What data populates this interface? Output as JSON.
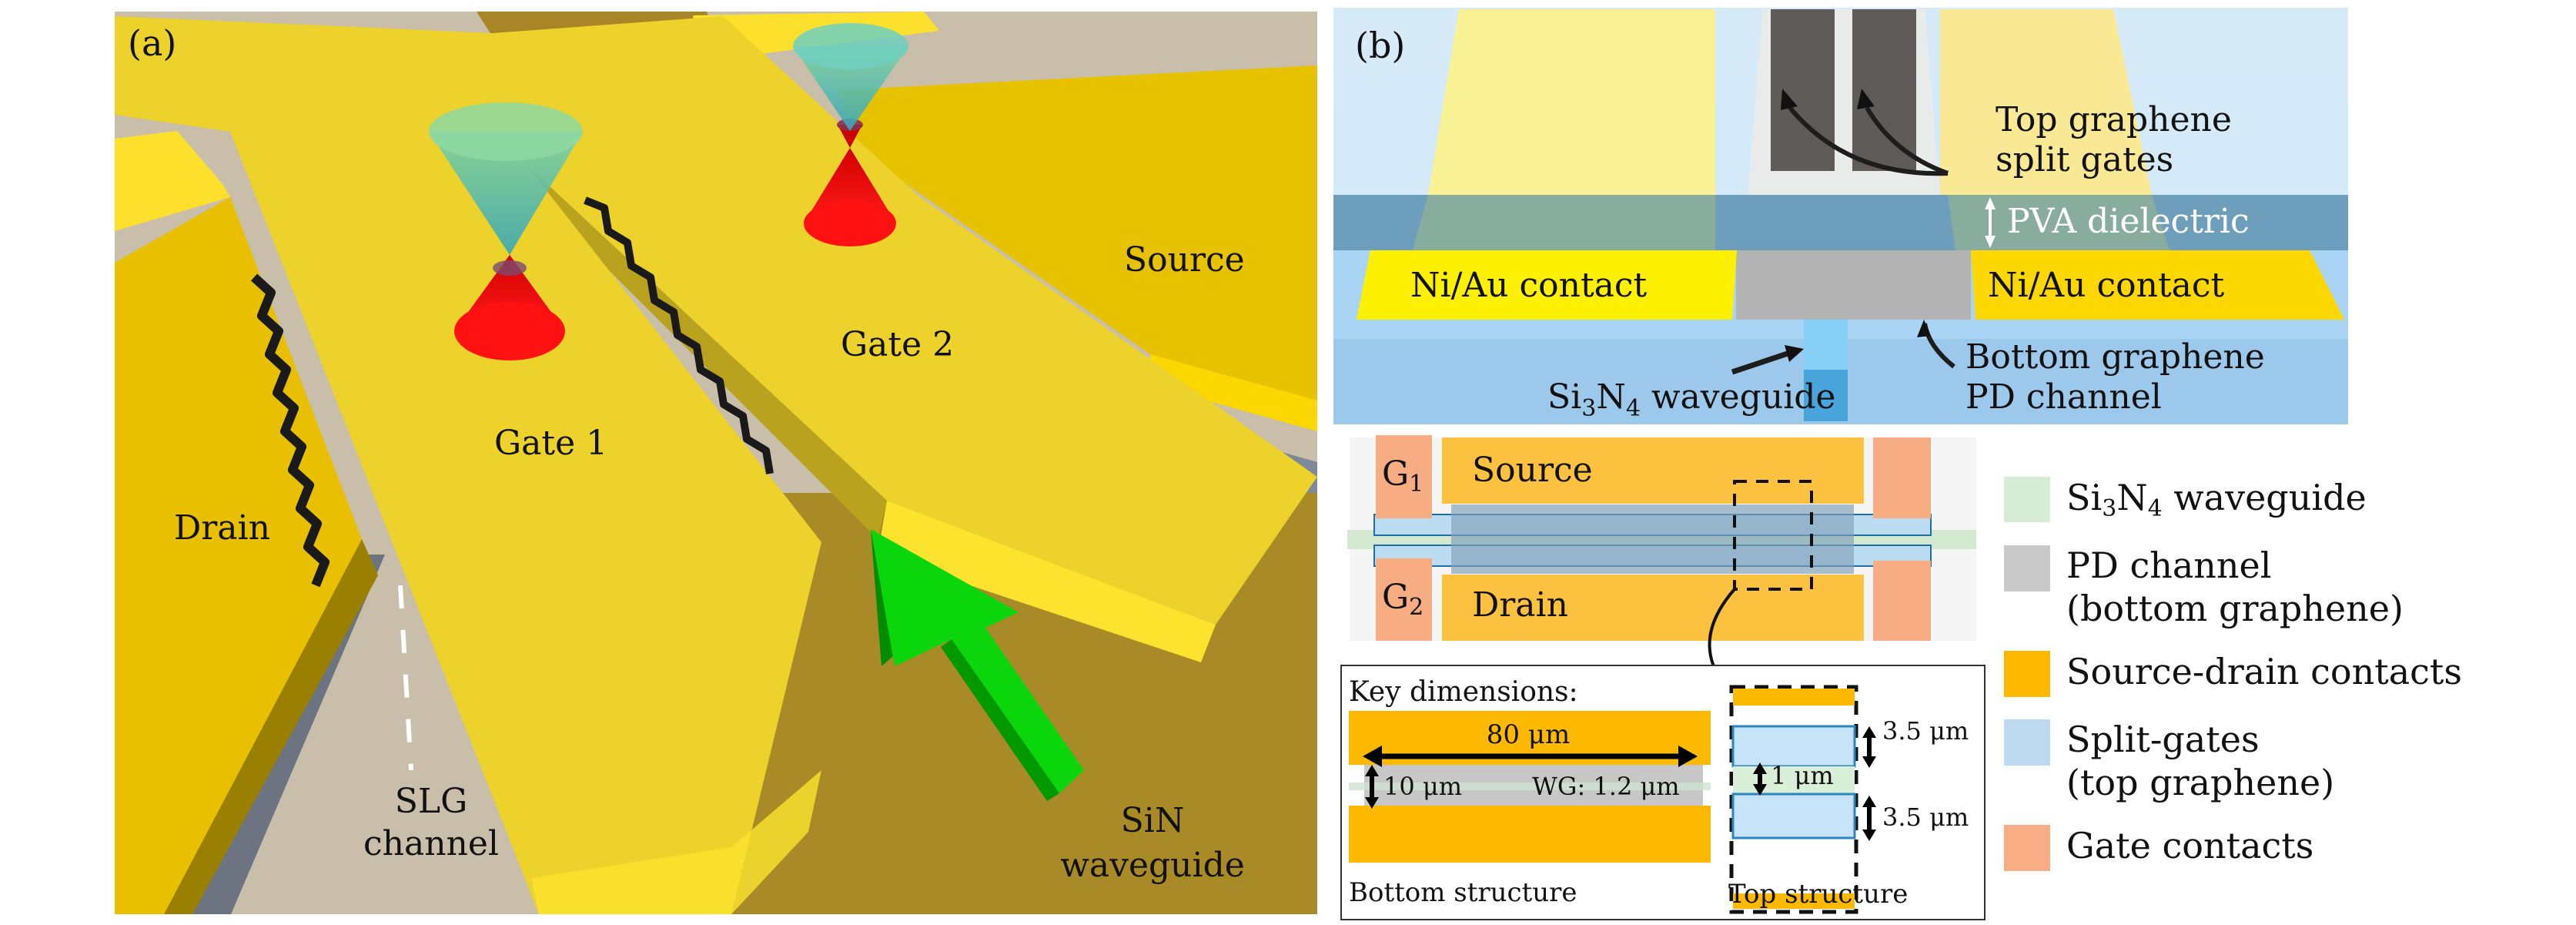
{
  "figure": {
    "panel_a": {
      "tag": "(a)",
      "labels": {
        "gate1": "Gate 1",
        "gate2": "Gate 2",
        "source": "Source",
        "drain": "Drain",
        "slg_line1": "SLG",
        "slg_line2": "channel",
        "sin_line1": "SiN",
        "sin_line2": "waveguide"
      }
    },
    "panel_b": {
      "tag": "(b)",
      "cross_section": {
        "top_gates_line1": "Top graphene",
        "top_gates_line2": "split gates",
        "pva": "PVA dielectric",
        "contact_left": "Ni/Au contact",
        "contact_right": "Ni/Au contact",
        "bottom_line1": "Bottom graphene",
        "bottom_line2": "PD channel",
        "waveguide_prefix": "Si",
        "waveguide_sub1": "3",
        "waveguide_mid": "N",
        "waveguide_sub2": "4",
        "waveguide_suffix": " waveguide"
      },
      "top_view": {
        "g1": "G",
        "g1_sub": "1",
        "g2": "G",
        "g2_sub": "2",
        "source": "Source",
        "drain": "Drain"
      },
      "dimensions": {
        "title": "Key dimensions:",
        "length": "80 μm",
        "gap": "10 μm",
        "wg_width": "WG: 1.2 μm",
        "gate_width_top": "3.5 μm",
        "gate_gap": "1 μm",
        "gate_width_bottom": "3.5 μm",
        "bottom_caption": "Bottom structure",
        "top_caption": "Top structure"
      },
      "legend": [
        {
          "line1_prefix": "Si",
          "sub1": "3",
          "mid": "N",
          "sub2": "4",
          "line1_suffix": " waveguide",
          "line2": "",
          "color": "#d6ecd4"
        },
        {
          "line1": "PD channel",
          "line2": "(bottom graphene)",
          "color": "#c9c9c9"
        },
        {
          "line1": "Source-drain contacts",
          "line2": "",
          "color": "#fdb900"
        },
        {
          "line1": "Split-gates",
          "line2": "(top graphene)",
          "color": "#bddaf0"
        },
        {
          "line1": "Gate contacts",
          "line2": "",
          "color": "#f8ad85"
        }
      ]
    },
    "colors": {
      "gold": "#ecd22a",
      "gold_dark": "#a88a26",
      "substrate": "#c9bea9",
      "cone_blue": "#5ec4c8",
      "cone_red": "#ff1111",
      "arrow_green": "#0bd60b",
      "contact_yellow": "#fde800",
      "pva_band": "#6e9fbe",
      "sky": "#d7ebf8",
      "source_drain": "#fdc140",
      "gate_pad": "#f7ac81",
      "channel": "#8fb1cc",
      "split_gate": "#bcdcf2",
      "wg_green": "#cfe8cf"
    }
  }
}
